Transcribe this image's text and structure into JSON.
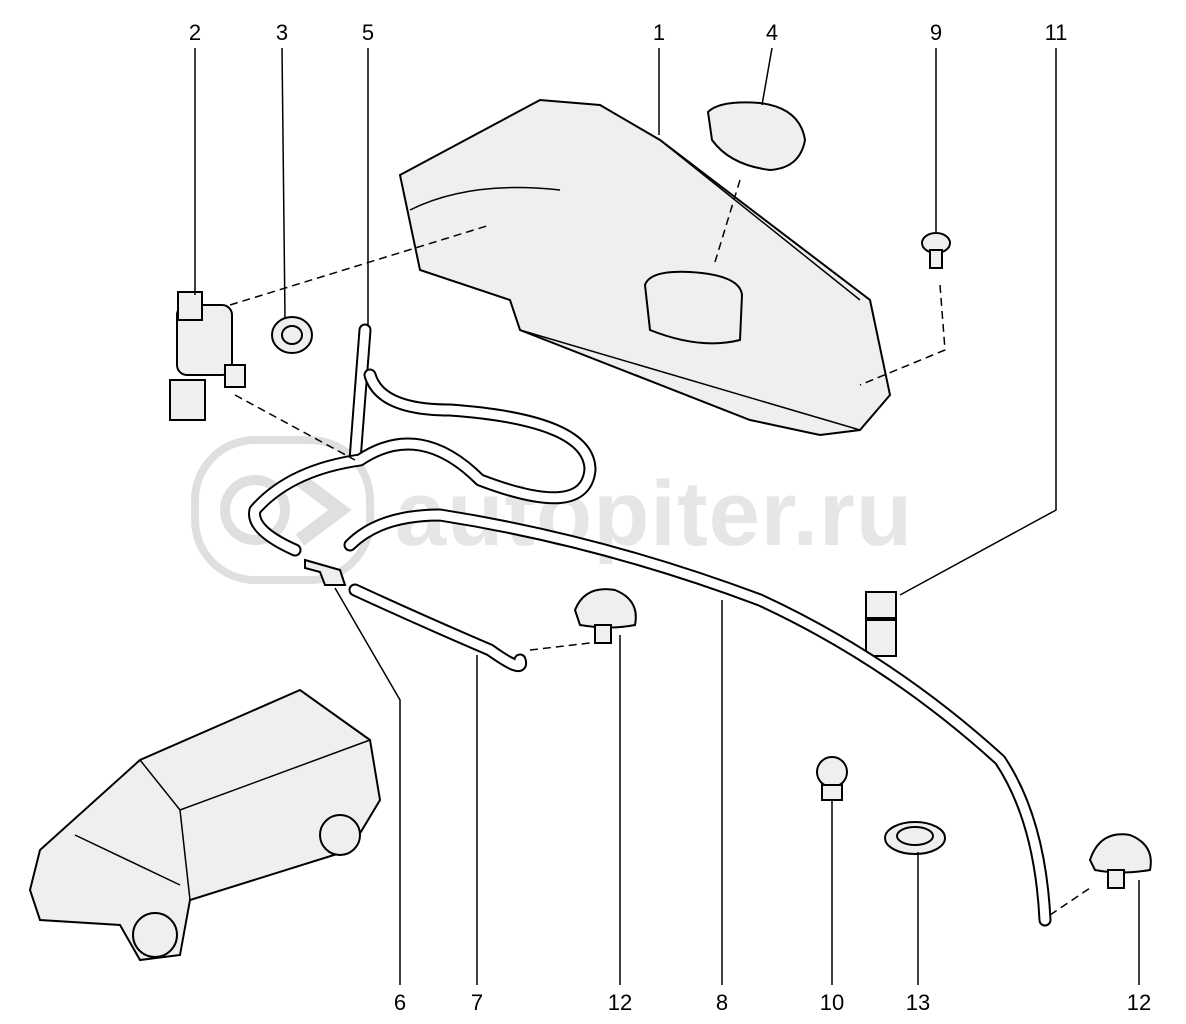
{
  "watermark": {
    "text": "autopiter.ru"
  },
  "callouts": {
    "top": [
      "2",
      "3",
      "5",
      "1",
      "4",
      "9",
      "11"
    ],
    "bottom": [
      "6",
      "7",
      "12",
      "8",
      "10",
      "13",
      "12"
    ]
  }
}
